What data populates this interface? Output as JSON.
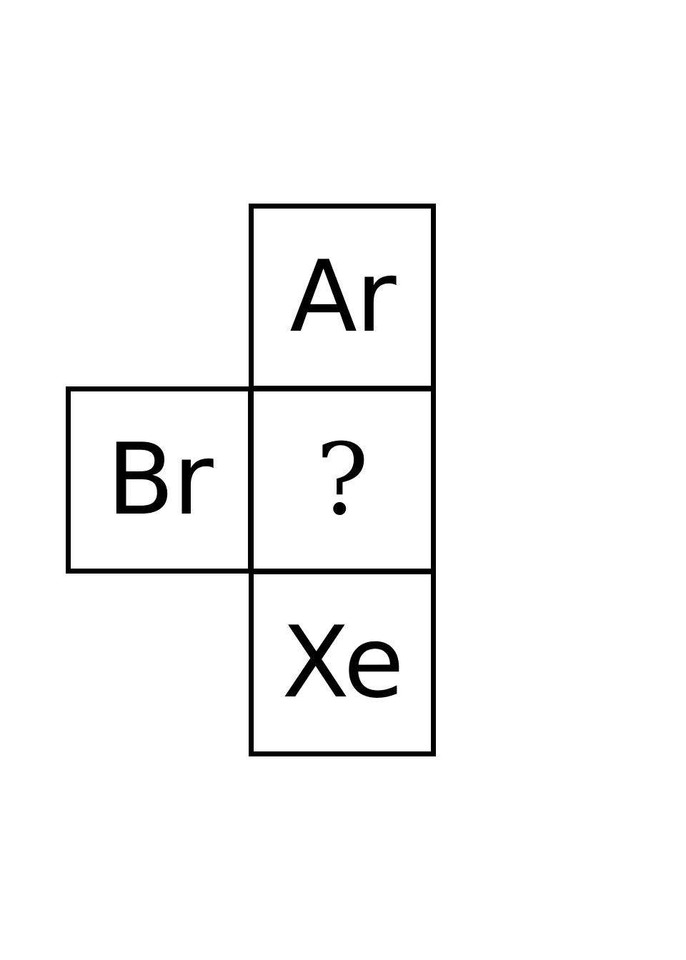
{
  "grid": {
    "top": {
      "symbol": "Ar"
    },
    "left": {
      "symbol": "Br"
    },
    "center": {
      "symbol": "?"
    },
    "bottom": {
      "symbol": "Xe"
    }
  },
  "colors": {
    "border": "#000000",
    "text": "#000000",
    "background": "#ffffff"
  }
}
